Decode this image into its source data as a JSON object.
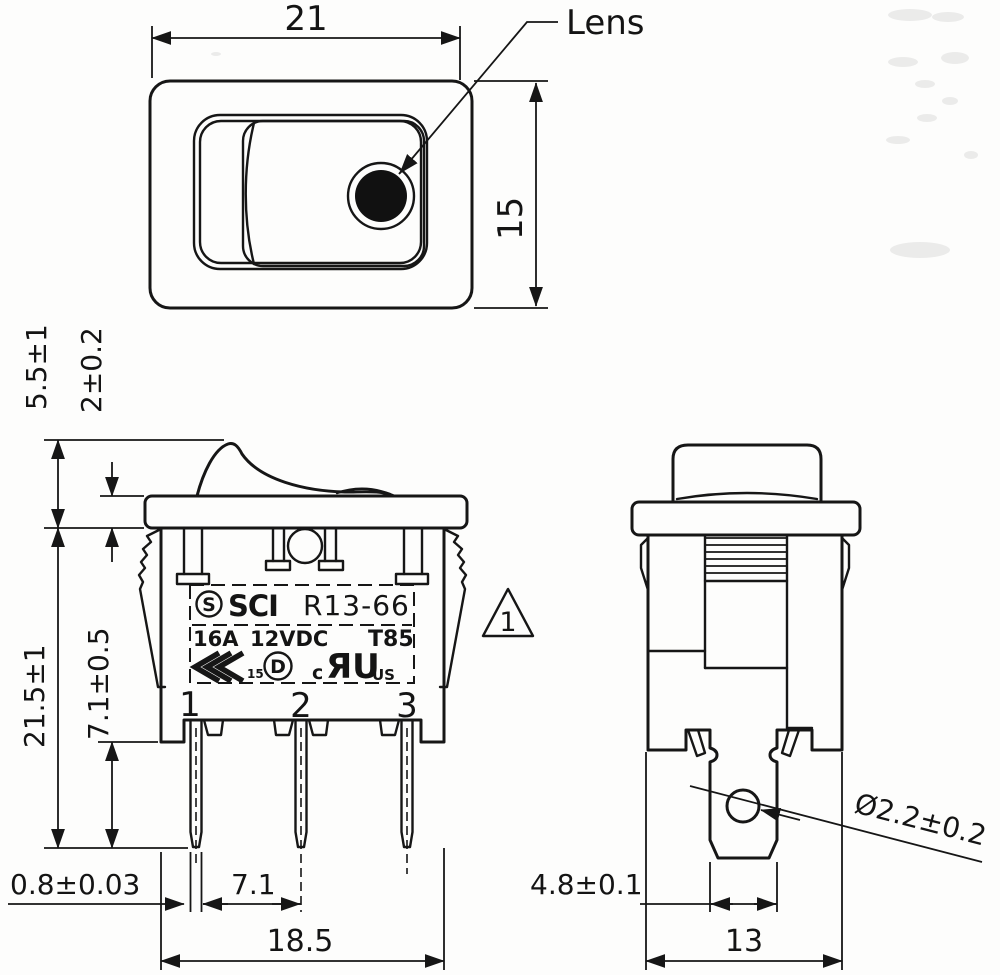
{
  "drawing": {
    "top_view": {
      "width_dim": "21",
      "height_dim": "15",
      "lens_label": "Lens"
    },
    "front_view": {
      "actuator_height_dim": "5.5±1",
      "flange_thickness_dim": "2±0.2",
      "overall_height_dim": "21.5±1",
      "pin_length_dim": "7.1±0.5",
      "pin_thickness_dim": "0.8±0.03",
      "pin_pitch_dim": "7.1",
      "body_width_dim": "18.5",
      "terminals": [
        "1",
        "2",
        "3"
      ],
      "label": {
        "brand_letter": "S",
        "brand": "SCI",
        "model": "R13-66",
        "current": "16A",
        "voltage": "12VDC",
        "temperature": "T85",
        "enec_number": "15",
        "demko_letter": "D",
        "ul_c": "c",
        "ul_mark": "ЯU",
        "ul_us": "US"
      },
      "note_flag": "1"
    },
    "side_view": {
      "terminal_width_dim": "4.8±0.1",
      "body_depth_dim": "13",
      "hole_diameter_dim": "Ø2.2±0.2"
    }
  }
}
